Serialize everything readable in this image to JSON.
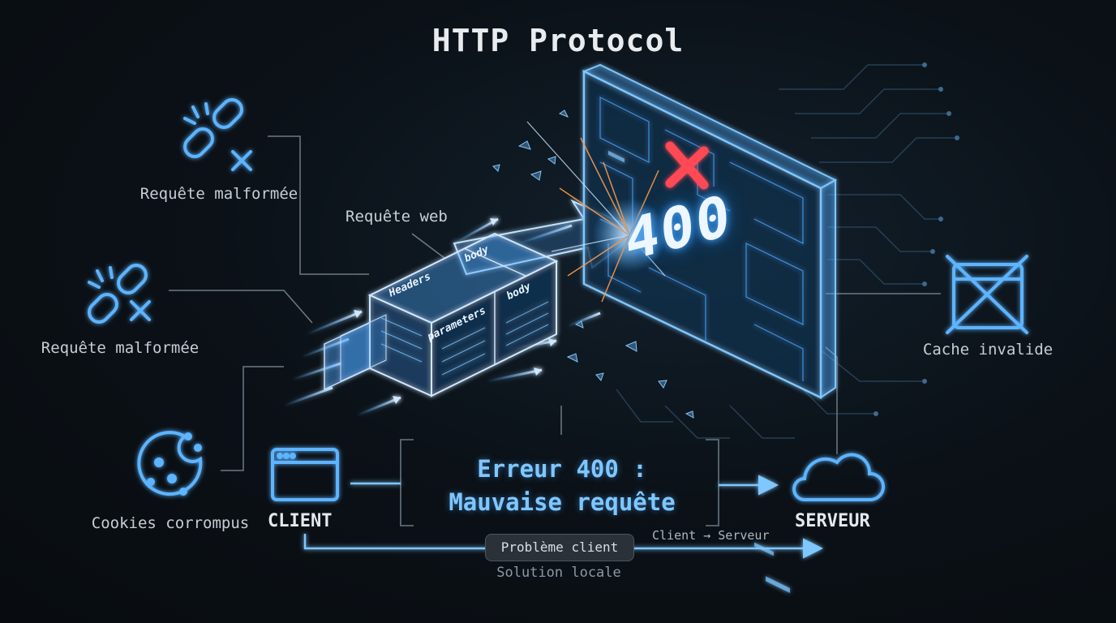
{
  "title": "HTTP Protocol",
  "left_causes": [
    {
      "label": "Requête malformée",
      "icon": "broken-link-icon"
    },
    {
      "label": "Requête malformée",
      "icon": "broken-link-icon"
    },
    {
      "label": "Cookies corrompus",
      "icon": "cookie-icon"
    }
  ],
  "right_cause": {
    "label": "Cache invalide",
    "icon": "crossed-cache-icon"
  },
  "request_label": "Requête web",
  "request_parts": [
    "Headers",
    "body",
    "parameters",
    "body"
  ],
  "error_code": "400",
  "message": {
    "line1": "Erreur 400 :",
    "line2": "Mauvaise requête"
  },
  "client_label": "CLIENT",
  "server_label": "SERVEUR",
  "flow_label": "Client → Serveur",
  "badge": "Problème client",
  "badge_sub": "Solution locale",
  "colors": {
    "accent": "#4aa8ff",
    "error": "#ff4a55",
    "background": "#0b1117"
  }
}
